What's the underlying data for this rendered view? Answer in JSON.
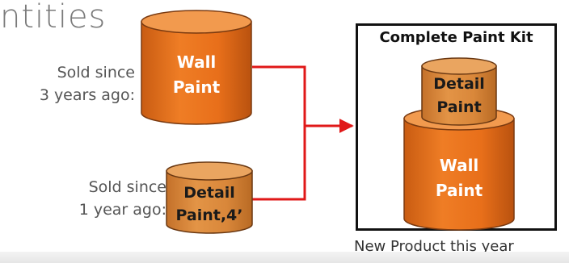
{
  "title_fragment": "ntities",
  "labels": {
    "wall_sold_line1": "Sold since",
    "wall_sold_line2": "3 years ago:",
    "detail_sold_line1": "Sold since",
    "detail_sold_line2": "1 year ago:"
  },
  "cans": {
    "wall_line1": "Wall",
    "wall_line2": "Paint",
    "detail_line1": "Detail",
    "detail_line2": "Paint,4’",
    "kit_detail_line1": "Detail",
    "kit_detail_line2": "Paint",
    "kit_wall_line1": "Wall",
    "kit_wall_line2": "Paint"
  },
  "kit": {
    "title": "Complete Paint Kit"
  },
  "caption": "New Product this year",
  "colors": {
    "can_body": "#e8761f",
    "can_body_detail": "#d9873a",
    "can_top": "#f29a4e",
    "can_outline": "#7a3a10",
    "connector": "#e01818",
    "text_gray": "#555555"
  }
}
